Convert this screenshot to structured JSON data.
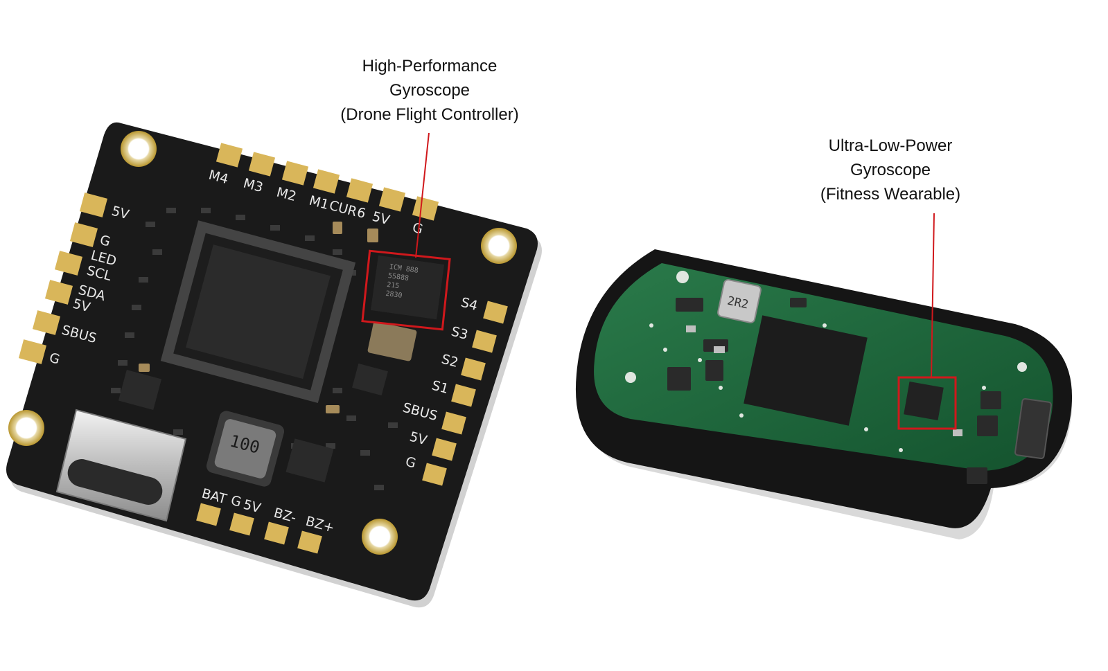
{
  "captions": {
    "left": {
      "line1": "High-Performance",
      "line2": "Gyroscope",
      "line3": "(Drone Flight Controller)"
    },
    "right": {
      "line1": "Ultra-Low-Power",
      "line2": "Gyroscope",
      "line3": "(Fitness Wearable)"
    }
  },
  "flight_controller": {
    "pads_top": [
      "M4",
      "M3",
      "M2",
      "M1",
      "CUR",
      "6",
      "5V",
      "G"
    ],
    "pads_left": [
      "5V",
      "G",
      "LED",
      "SCL",
      "SDA",
      "5V",
      "SBUS",
      "G"
    ],
    "pads_right": [
      "S4",
      "S3",
      "S2",
      "S1",
      "SBUS",
      "5V",
      "G"
    ],
    "pads_bottom": [
      "BAT",
      "G",
      "5V",
      "BZ-",
      "BZ+"
    ],
    "inductor_label": "100",
    "gyro_chip_text": [
      "ICM 888",
      "55888",
      "215",
      "2830"
    ]
  },
  "wearable": {
    "inductor_label": "2R2"
  },
  "colors": {
    "highlight_box": "#d0181c",
    "fc_board": "#1a1a1a",
    "pcb_green": "#1f6b3f",
    "gold_pad": "#d9b65a"
  }
}
